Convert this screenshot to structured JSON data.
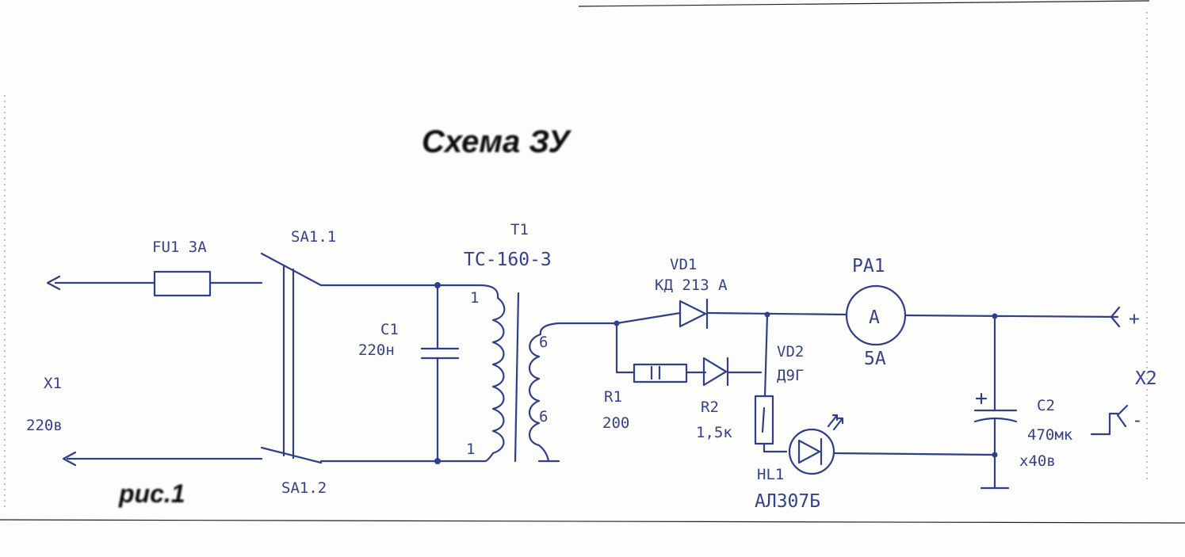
{
  "title": "Схема ЗУ",
  "figure_label": "рис.1",
  "labels": {
    "fuse": "FU1 3A",
    "switch_top": "SA1.1",
    "switch_bottom": "SA1.2",
    "input_connector": "X1",
    "input_voltage": "220в",
    "cap1_ref": "C1",
    "cap1_val": "220н",
    "transformer_ref": "T1",
    "transformer_type": "ТС-160-3",
    "pin_1_top": "1",
    "pin_1_bottom": "1",
    "pin_6_top": "6",
    "pin_6_bottom": "6",
    "vd1_ref": "VD1",
    "vd1_type": "КД 213 А",
    "vd2_ref": "VD2",
    "vd2_type": "Д9Г",
    "r1_ref": "R1",
    "r1_val": "200",
    "r2_ref": "R2",
    "r2_val": "1,5к",
    "ammeter_ref": "PA1",
    "ammeter_symbol": "A",
    "ammeter_range": "5A",
    "led_ref": "HL1",
    "led_type": "АЛ307Б",
    "cap2_ref": "C2",
    "cap2_val": "470мк",
    "cap2_volt": "х40в",
    "output_connector": "X2",
    "plus": "+",
    "minus": "-"
  },
  "colors": {
    "ink": "#2f3f8c",
    "title": "#111111",
    "paper": "#fdfdfb"
  }
}
